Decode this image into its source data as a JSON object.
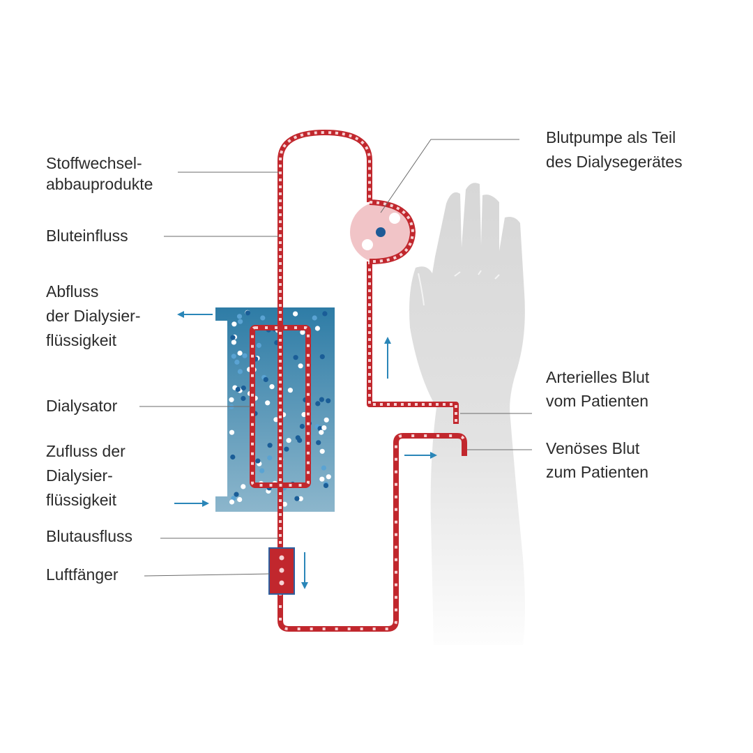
{
  "colors": {
    "blood": "#c1272d",
    "blood_dot": "#f6d2d4",
    "dialyzer_top": "#2e7ca6",
    "dialyzer_bottom": "#8cb6cc",
    "flow_arrow": "#2a86b8",
    "pump": "#f1c4c7",
    "hand": "#d9d9d9",
    "label_text": "#2b2b2b",
    "leader_line": "#6b6b6b"
  },
  "labels": {
    "stoffwechsel": [
      "Stoffwechsel-",
      "abbauprodukte"
    ],
    "bluteinfluss": [
      "Bluteinfluss"
    ],
    "abfluss": [
      "Abfluss",
      "der Dialysier-",
      "flüssigkeit"
    ],
    "dialysator": [
      "Dialysator"
    ],
    "zufluss": [
      "Zufluss der",
      "Dialysier-",
      "flüssigkeit"
    ],
    "blutausfluss": [
      "Blutausfluss"
    ],
    "luftfaenger": [
      "Luftfänger"
    ],
    "blutpumpe": [
      "Blutpumpe als Teil",
      "des Dialysegerätes"
    ],
    "arterielles": [
      "Arterielles Blut",
      "vom Patienten"
    ],
    "venoeses": [
      "Venöses Blut",
      "zum Patienten"
    ]
  }
}
